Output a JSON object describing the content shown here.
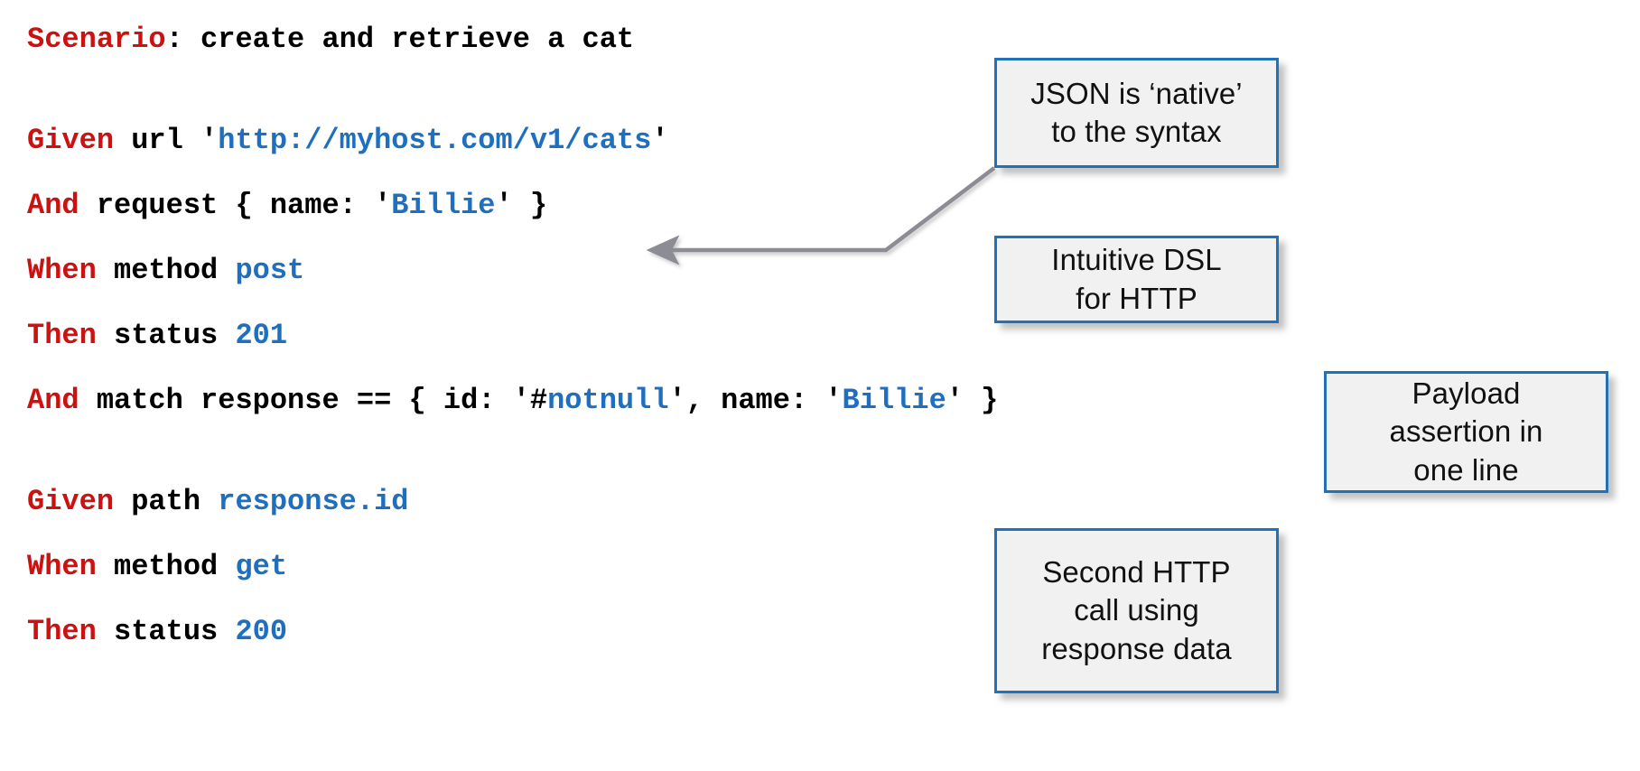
{
  "document": {
    "kind": "slide",
    "background_color": "#ffffff",
    "colors": {
      "keyword": "#CC1111",
      "value": "#1F6FC0",
      "plain": "#000000",
      "callout_border": "#1F72B8",
      "callout_fill": "#F1F1F1",
      "arrow": "#8C8C94"
    }
  },
  "code": {
    "lines": [
      {
        "id": "scenario",
        "tokens": [
          {
            "text": "Scenario",
            "style": "keyword"
          },
          {
            "text": ": create and retrieve a cat",
            "style": "plain"
          }
        ]
      },
      {
        "id": "blank-1",
        "tokens": []
      },
      {
        "id": "given-url",
        "tokens": [
          {
            "text": "Given",
            "style": "keyword"
          },
          {
            "text": " url '",
            "style": "plain"
          },
          {
            "text": "http://myhost.com/v1/cats",
            "style": "value"
          },
          {
            "text": "'",
            "style": "plain"
          }
        ]
      },
      {
        "id": "and-request",
        "tokens": [
          {
            "text": "And",
            "style": "keyword"
          },
          {
            "text": " request { name: '",
            "style": "plain"
          },
          {
            "text": "Billie",
            "style": "value"
          },
          {
            "text": "' }",
            "style": "plain"
          }
        ]
      },
      {
        "id": "when-method-post",
        "tokens": [
          {
            "text": "When",
            "style": "keyword"
          },
          {
            "text": " method ",
            "style": "plain"
          },
          {
            "text": "post",
            "style": "value"
          }
        ]
      },
      {
        "id": "then-status-201",
        "tokens": [
          {
            "text": "Then",
            "style": "keyword"
          },
          {
            "text": " status ",
            "style": "plain"
          },
          {
            "text": "201",
            "style": "value"
          }
        ]
      },
      {
        "id": "and-match-response",
        "tokens": [
          {
            "text": "And",
            "style": "keyword"
          },
          {
            "text": " match response == { id: '#",
            "style": "plain"
          },
          {
            "text": "notnull",
            "style": "value"
          },
          {
            "text": "', name: '",
            "style": "plain"
          },
          {
            "text": "Billie",
            "style": "value"
          },
          {
            "text": "' }",
            "style": "plain"
          }
        ]
      },
      {
        "id": "blank-2",
        "tokens": []
      },
      {
        "id": "given-path",
        "tokens": [
          {
            "text": "Given",
            "style": "keyword"
          },
          {
            "text": " path ",
            "style": "plain"
          },
          {
            "text": "response.id",
            "style": "value"
          }
        ]
      },
      {
        "id": "when-method-get",
        "tokens": [
          {
            "text": "When",
            "style": "keyword"
          },
          {
            "text": " method ",
            "style": "plain"
          },
          {
            "text": "get",
            "style": "value"
          }
        ]
      },
      {
        "id": "then-status-200",
        "tokens": [
          {
            "text": "Then",
            "style": "keyword"
          },
          {
            "text": " status ",
            "style": "plain"
          },
          {
            "text": "200",
            "style": "value"
          }
        ]
      }
    ]
  },
  "callouts": {
    "json_native": "JSON is ‘native’\nto the syntax",
    "intuitive_dsl": "Intuitive DSL\nfor HTTP",
    "payload_assertion": "Payload\nassertion in\none line",
    "second_http": "Second HTTP\ncall using\nresponse data"
  },
  "arrows": [
    {
      "id": "arrow-json-native",
      "from": "callout-json",
      "to": "and-request",
      "shape": "elbow"
    },
    {
      "id": "arrow-intuitive-dsl",
      "from": "callout-dsl",
      "to": "when-method-post",
      "shape": "straight"
    },
    {
      "id": "arrow-payload",
      "from": "callout-pay",
      "to": "and-match-response",
      "shape": "straight"
    },
    {
      "id": "arrow-second-http",
      "from": "callout-second",
      "to": "given-path",
      "shape": "straight"
    }
  ]
}
